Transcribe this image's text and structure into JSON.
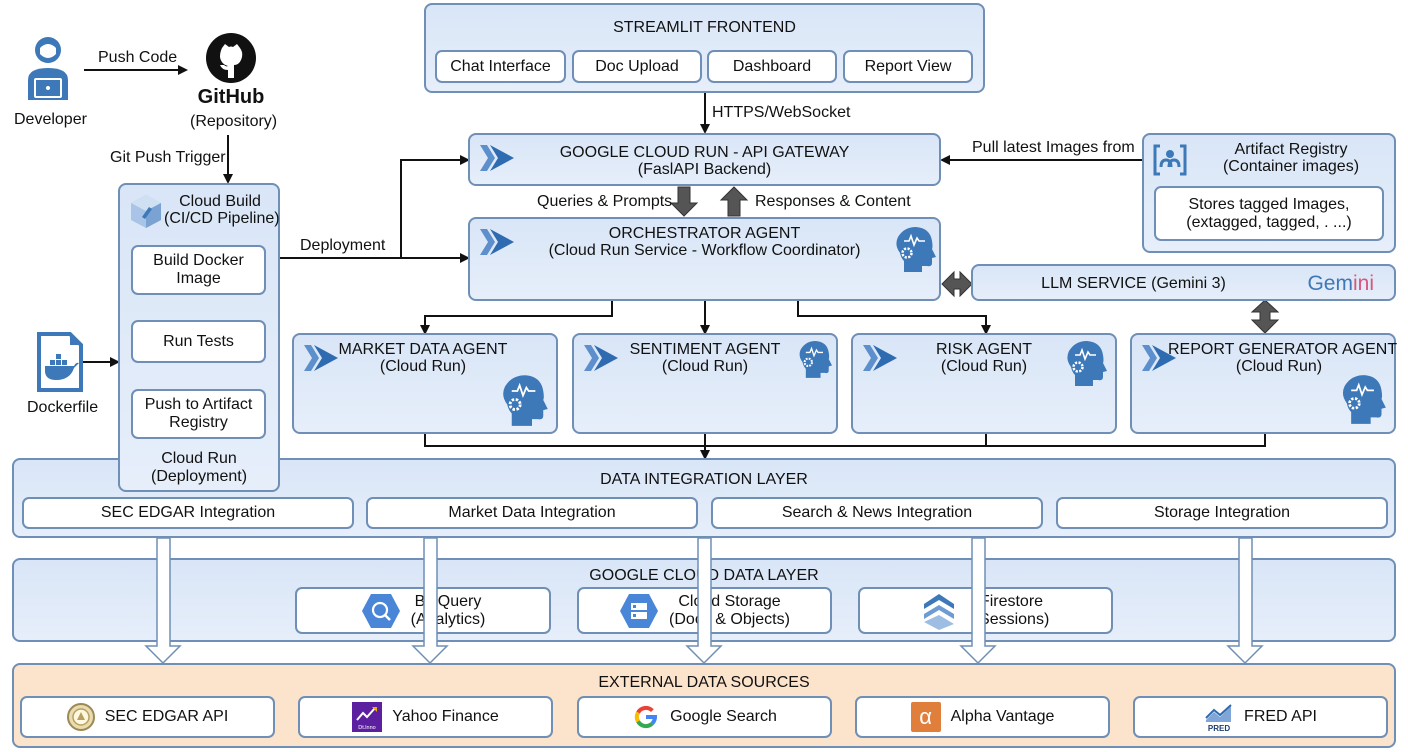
{
  "left": {
    "developer_label": "Developer",
    "push_code": "Push Code",
    "github_brand": "GitHub",
    "github_sub": "(Repository)",
    "git_trigger": "Git Push Trigger",
    "dockerfile_label": "Dockerfile",
    "deployment_label": "Deployment"
  },
  "cloud_build": {
    "title": "Cloud Build",
    "subtitle": "(CI/CD Pipeline)",
    "steps": [
      "Build Docker Image",
      "Run Tests",
      "Push to Artifact Registry"
    ],
    "footer_title": "Cloud Run",
    "footer_sub": "(Deployment)"
  },
  "frontend": {
    "title": "STREAMLIT FRONTEND",
    "items": [
      "Chat Interface",
      "Doc Upload",
      "Dashboard",
      "Report View"
    ],
    "connection": "HTTPS/WebSocket"
  },
  "gateway": {
    "title": "GOOGLE CLOUD RUN - API GATEWAY",
    "subtitle": "(FaslAPI Backend)",
    "queries": "Queries & Prompts",
    "responses": "Responses & Content"
  },
  "orchestrator": {
    "title": "ORCHESTRATOR AGENT",
    "subtitle": "(Cloud Run Service - Workflow Coordinator)"
  },
  "artifact_registry": {
    "pull_label": "Pull latest Images from",
    "title": "Artifact Registry",
    "subtitle": "(Container images)",
    "inner_line1": "Stores tagged Images,",
    "inner_line2": "(extagged, tagged, . ...)"
  },
  "llm": {
    "title": "LLM SERVICE (Gemini 3)",
    "brand_a": "Gem",
    "brand_b": "ini"
  },
  "agents": [
    {
      "title": "MARKET DATA AGENT",
      "subtitle": "(Cloud Run)"
    },
    {
      "title": "SENTIMENT AGENT",
      "subtitle": "(Cloud Run)"
    },
    {
      "title": "RISK AGENT",
      "subtitle": "(Cloud Run)"
    },
    {
      "title": "REPORT GENERATOR AGENT",
      "subtitle": "(Cloud Run)"
    }
  ],
  "integration": {
    "title": "DATA INTEGRATION LAYER",
    "items": [
      "SEC EDGAR Integration",
      "Market Data Integration",
      "Search & News Integration",
      "Storage Integration"
    ]
  },
  "gcp_data": {
    "title": "GOOGLE CLOUD DATA LAYER",
    "items": [
      {
        "name": "BigQuery",
        "sub": "(Analytics)"
      },
      {
        "name": "Cloud Storage",
        "sub": "(Docs & Objects)"
      },
      {
        "name": "Firestore",
        "sub": "(Sessions)"
      }
    ]
  },
  "external": {
    "title": "EXTERNAL DATA SOURCES",
    "items": [
      "SEC EDGAR API",
      "Yahoo Finance",
      "Google Search",
      "Alpha Vantage",
      "FRED API"
    ],
    "yahoo_icon_text": "Dt.lnno",
    "fred_icon_text": "PRED",
    "alpha_icon_text": "α"
  },
  "colors": {
    "panel_fill": "#dbe7f7",
    "panel_border": "#6f8fb6",
    "accent_blue": "#3d78b8",
    "external_fill": "#fce3cc",
    "gemini_blue": "#3d78b8",
    "gemini_pink": "#d9567a"
  }
}
